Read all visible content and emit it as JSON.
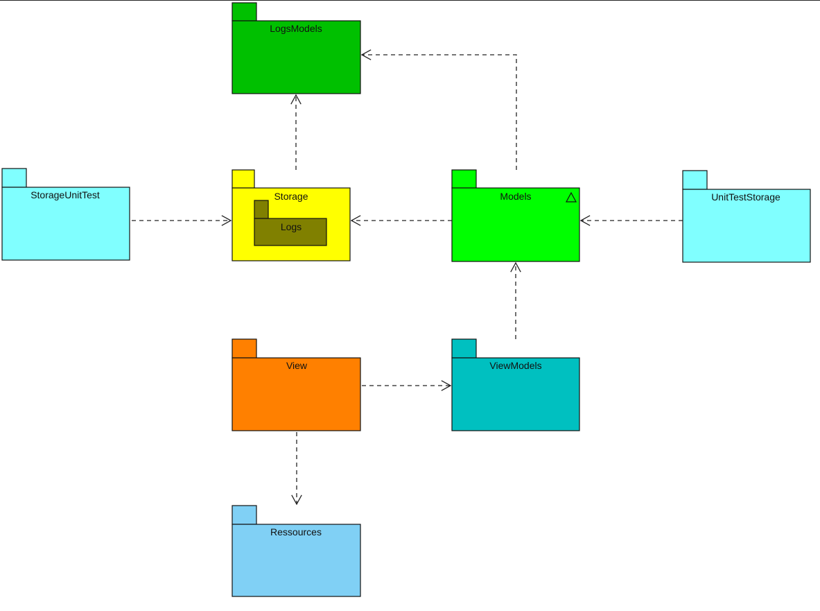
{
  "packages": {
    "logs_models": {
      "label": "LogsModels",
      "color": "#00C000"
    },
    "storage": {
      "label": "Storage",
      "color": "#FFFF00"
    },
    "logs": {
      "label": "Logs",
      "color": "#808000"
    },
    "models": {
      "label": "Models",
      "color": "#00FF00",
      "abstract_marker": "triangle-icon"
    },
    "storage_unit_test": {
      "label": "StorageUnitTest",
      "color": "#80FFFF"
    },
    "unit_test_storage": {
      "label": "UnitTestStorage",
      "color": "#80FFFF"
    },
    "view": {
      "label": "View",
      "color": "#FF8000"
    },
    "view_models": {
      "label": "ViewModels",
      "color": "#00C0C0"
    },
    "ressources": {
      "label": "Ressources",
      "color": "#80D0F5"
    }
  },
  "dependencies": [
    {
      "from": "storage",
      "to": "logs_models"
    },
    {
      "from": "models",
      "to": "logs_models"
    },
    {
      "from": "storage_unit_test",
      "to": "storage"
    },
    {
      "from": "models",
      "to": "storage"
    },
    {
      "from": "unit_test_storage",
      "to": "models"
    },
    {
      "from": "view_models",
      "to": "models"
    },
    {
      "from": "view",
      "to": "view_models"
    },
    {
      "from": "view",
      "to": "ressources"
    }
  ]
}
